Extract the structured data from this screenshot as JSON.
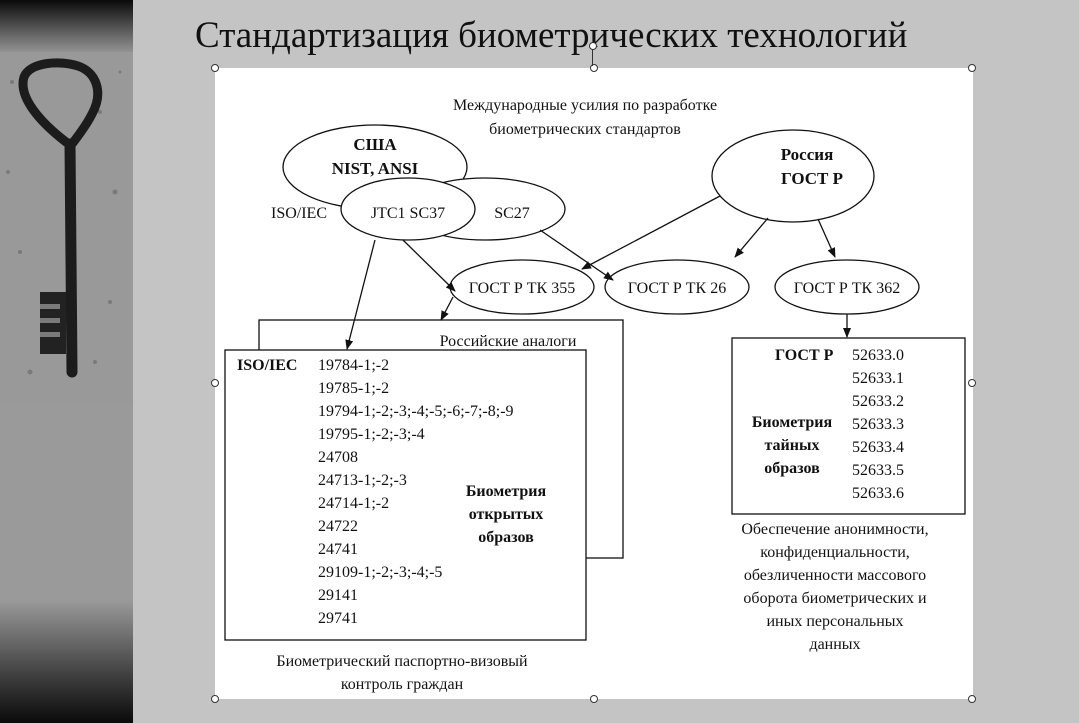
{
  "slide": {
    "title": "Стандартизация биометрических технологий"
  },
  "diagram": {
    "header_line1": "Международные усилия по разработке",
    "header_line2": "биометрических стандартов",
    "usa_line1": "США",
    "usa_line2": "NIST, ANSI",
    "russia_line1": "Россия",
    "russia_line2": "ГОСТ Р",
    "iso_iec_prefix": "ISO/IEC",
    "jtc1": "JTC1 SC37",
    "sc27": "SC27",
    "tk355": "ГОСТ Р ТК 355",
    "tk26": "ГОСТ Р ТК 26",
    "tk362": "ГОСТ Р ТК 362",
    "russian_analogs": "Российские аналоги",
    "iso_list_label": "ISO/IEC",
    "iso_standards": [
      "19784-1;-2",
      "19785-1;-2",
      "19794-1;-2;-3;-4;-5;-6;-7;-8;-9",
      "19795-1;-2;-3;-4",
      "24708",
      "24713-1;-2;-3",
      "24714-1;-2",
      "24722",
      "24741",
      "29109-1;-2;-3;-4;-5",
      "29141",
      "29741"
    ],
    "open_bio_line1": "Биометрия",
    "open_bio_line2": "открытых",
    "open_bio_line3": "образов",
    "open_caption_line1": "Биометрический паспортно-визовый",
    "open_caption_line2": "контроль  граждан",
    "gost_label": "ГОСТ Р",
    "gost_standards": [
      "52633.0",
      "52633.1",
      "52633.2",
      "52633.3",
      "52633.4",
      "52633.5",
      "52633.6"
    ],
    "secret_bio_line1": "Биометрия",
    "secret_bio_line2": "тайных",
    "secret_bio_line3": "образов",
    "secret_caption_lines": [
      "Обеспечение анонимности,",
      "конфиденциальности,",
      "обезличенности массового",
      "оборота биометрических и",
      "иных персональных",
      "данных"
    ]
  }
}
